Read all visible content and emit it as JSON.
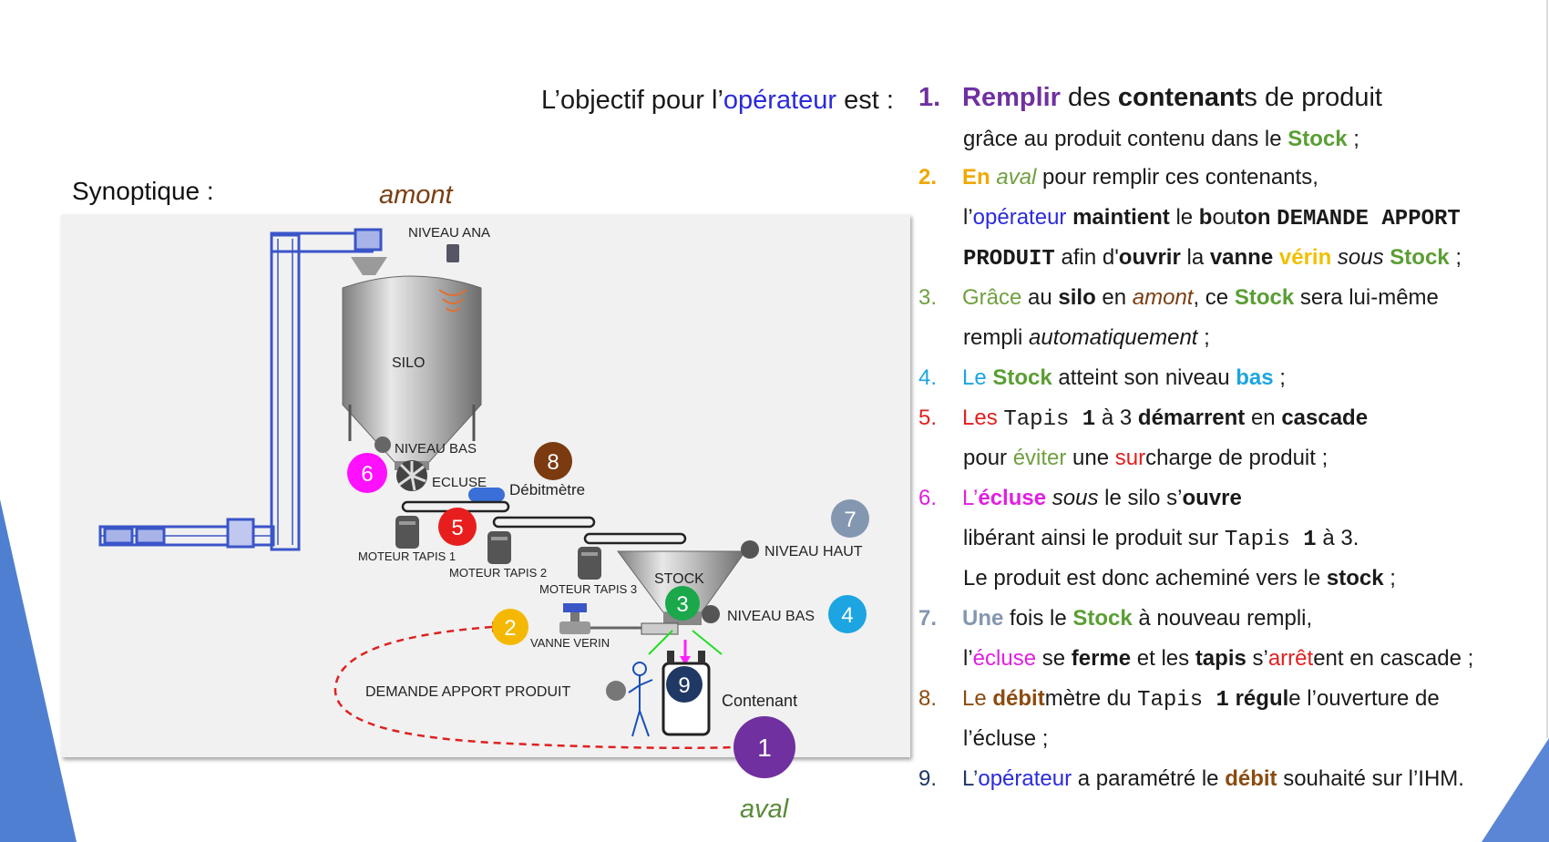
{
  "objective": {
    "prefix": "L’objectif pour l’",
    "operator": "opérateur",
    "suffix": " est :"
  },
  "synoptique_label": "Synoptique :",
  "amont_label": "amont",
  "aval_label": "aval",
  "diagram": {
    "niveau_ana": "NIVEAU ANA",
    "silo": "SILO",
    "niveau_bas_silo": "NIVEAU BAS",
    "ecluse": "ECLUSE",
    "debitmetre": "Débitmètre",
    "moteur_tapis_1": "MOTEUR TAPIS 1",
    "moteur_tapis_2": "MOTEUR TAPIS 2",
    "moteur_tapis_3": "MOTEUR TAPIS 3",
    "stock": "STOCK",
    "niveau_haut": "NIVEAU HAUT",
    "niveau_bas_stock": "NIVEAU BAS",
    "vanne_verin": "VANNE VERIN",
    "demande_apport": "DEMANDE APPORT PRODUIT",
    "contenant": "Contenant",
    "markers": [
      {
        "n": "1",
        "color": "#7030a0"
      },
      {
        "n": "2",
        "color": "#f5b800"
      },
      {
        "n": "3",
        "color": "#1aa84a"
      },
      {
        "n": "4",
        "color": "#1ca5e0"
      },
      {
        "n": "5",
        "color": "#e81e1e"
      },
      {
        "n": "6",
        "color": "#ff10ff"
      },
      {
        "n": "7",
        "color": "#8497b0"
      },
      {
        "n": "8",
        "color": "#7b3a10"
      },
      {
        "n": "9",
        "color": "#1f3864"
      }
    ]
  },
  "steps": {
    "s1": {
      "num": "1.",
      "a": "Remplir",
      "b": " des ",
      "c": "contenant",
      "d": "s de produit"
    },
    "s1b": {
      "a": "grâce au produit contenu dans le ",
      "b": "Stock",
      "c": " ;"
    },
    "s2": {
      "num": "2.",
      "a": "En",
      "b": " ",
      "c": "aval",
      "d": " pour remplir ces contenants,"
    },
    "s2b": {
      "a": "l’",
      "b": "opérateur",
      "c": " ",
      "d": "maintient",
      "e": " le ",
      "f": "b",
      "g": "ou",
      "h": "t",
      "i": "on ",
      "j": "DEMANDE APPORT"
    },
    "s2c": {
      "a": "PRODUIT",
      "b": " afin d'",
      "c": "ouvrir",
      "d": " la ",
      "e": "vanne",
      "f": " ",
      "g": "vérin",
      "h": " ",
      "i": "sous",
      "j": " ",
      "k": "Stock",
      "l": " ;"
    },
    "s3": {
      "num": "3.",
      "a": "Grâce",
      "b": " au ",
      "c": "silo",
      "d": " en ",
      "e": "amont",
      "f": ", ce ",
      "g": "Stock",
      "h": " sera lui-même"
    },
    "s3b": {
      "a": "rempli ",
      "b": "automatiquement",
      "c": " ;"
    },
    "s4": {
      "num": "4.",
      "a": "Le ",
      "b": "Stock",
      "c": " atteint son niveau ",
      "d": "bas",
      "e": " ;"
    },
    "s5": {
      "num": "5.",
      "a": "Les ",
      "b": "Tapis ",
      "c": "1",
      "d": " à 3 ",
      "e": "démarrent",
      "f": " en ",
      "g": "cascade"
    },
    "s5b": {
      "a": "pour ",
      "b": "éviter",
      "c": " une ",
      "d": "sur",
      "e": "charge de produit  ;"
    },
    "s6": {
      "num": "6.",
      "a": "L’",
      "b": "écluse",
      "c": " ",
      "d": "sous",
      "e": " le silo s’",
      "f": "ouvre"
    },
    "s6b": {
      "a": "libérant ainsi le produit sur ",
      "b": "Tapis ",
      "c": "1",
      "d": " à 3."
    },
    "s6c": {
      "a": "Le produit est donc acheminé vers le ",
      "b": "stock",
      "c": " ;"
    },
    "s7": {
      "num": "7.",
      "a": "Une",
      "b": " fois le ",
      "c": "Stock",
      "d": " à nouveau rempli,"
    },
    "s7b": {
      "a": "l’",
      "b": "écluse",
      "c": " se ",
      "d": "ferme",
      "e": " et les ",
      "f": "tapis",
      "g": " s’",
      "h": "arrêt",
      "i": "ent en cascade ;"
    },
    "s8": {
      "num": "8.",
      "a": "Le ",
      "b": "débit",
      "c": "mètre du ",
      "d": "Tapis ",
      "e": "1",
      "f": " ",
      "g": "régul",
      "h": "e l’ouverture de"
    },
    "s8b": {
      "a": "l’écluse ;"
    },
    "s9": {
      "num": "9.",
      "a": "L’",
      "b": "opérateur",
      "c": " a paramétré le ",
      "d": "débit",
      "e": " souhaité sur l’IHM."
    }
  }
}
